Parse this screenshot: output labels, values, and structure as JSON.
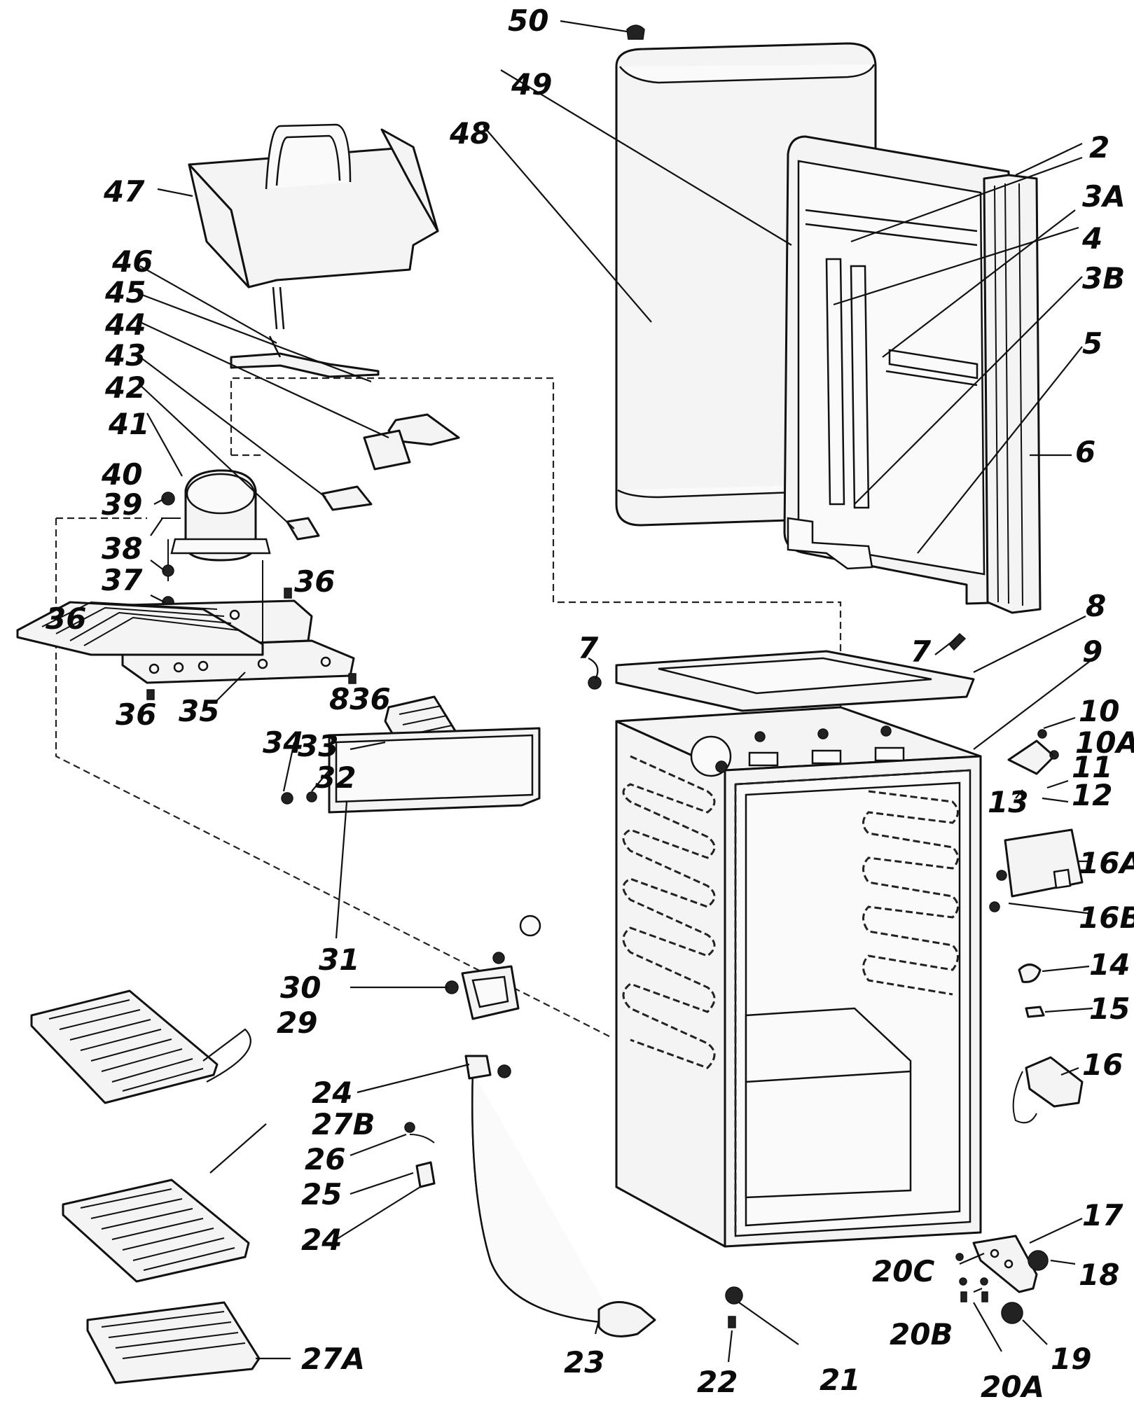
{
  "labels": {
    "l50": "50",
    "l49": "49",
    "l48": "48",
    "l47": "47",
    "l46": "46",
    "l45": "45",
    "l44": "44",
    "l43": "43",
    "l42": "42",
    "l41": "41",
    "l40": "40",
    "l39": "39",
    "l38": "38",
    "l37": "37",
    "l36a": "36",
    "l36b": "36",
    "l36c": "836",
    "l36d": "36",
    "l35": "35",
    "l34": "34",
    "l33": "33",
    "l32": "32",
    "l31": "31",
    "l30": "30",
    "l29": "29",
    "l27b": "27B",
    "l27a": "27A",
    "l26": "26",
    "l25": "25",
    "l24a": "24",
    "l24b": "24",
    "l23": "23",
    "l22": "22",
    "l21": "21",
    "l20a": "20A",
    "l20b": "20B",
    "l20c": "20C",
    "l19": "19",
    "l18": "18",
    "l17": "17",
    "l16": "16",
    "l16a": "16A",
    "l16b": "16B",
    "l15": "15",
    "l14": "14",
    "l13": "13",
    "l12": "12",
    "l11": "11",
    "l10": "10",
    "l10a": "10A",
    "l9": "9",
    "l8": "8",
    "l7a": "7",
    "l7b": "7",
    "l6": "6",
    "l5": "5",
    "l4": "4",
    "l3a": "3A",
    "l3b": "3B",
    "l2": "2"
  }
}
